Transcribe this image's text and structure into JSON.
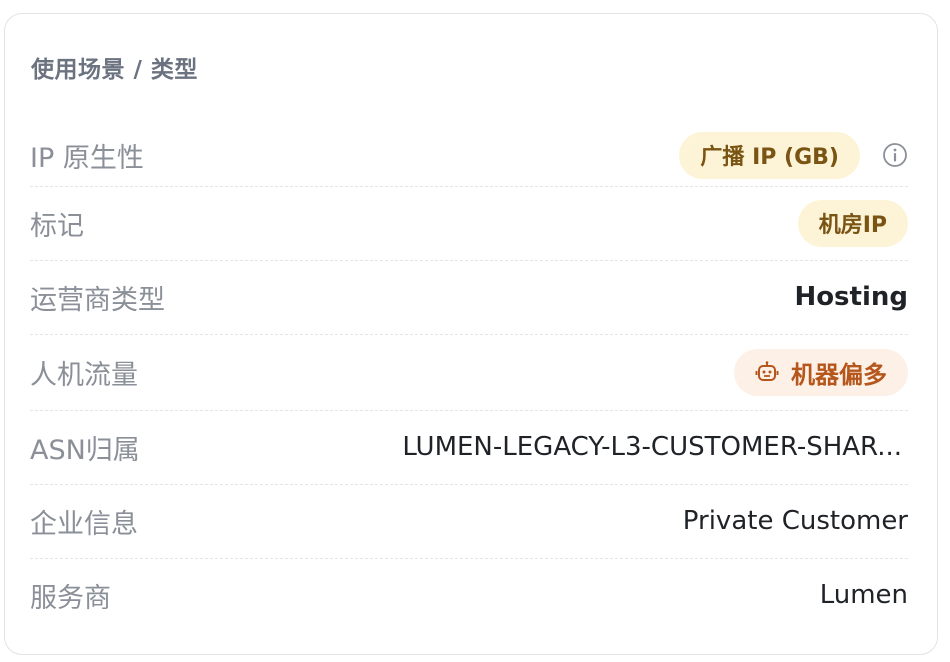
{
  "section": {
    "title": "使用场景 / 类型"
  },
  "rows": {
    "ip_nature": {
      "label": "IP 原生性",
      "badge": "广播 IP (GB)"
    },
    "tag": {
      "label": "标记",
      "badge": "机房IP"
    },
    "carrier_type": {
      "label": "运营商类型",
      "value": "Hosting"
    },
    "bot_traffic": {
      "label": "人机流量",
      "badge": "机器偏多"
    },
    "asn": {
      "label": "ASN归属",
      "value": "LUMEN-LEGACY-L3-CUSTOMER-SHAR..."
    },
    "company": {
      "label": "企业信息",
      "value": "Private Customer"
    },
    "provider": {
      "label": "服务商",
      "value": "Lumen"
    }
  },
  "icons": {
    "info": "info-circle-icon",
    "bot": "robot-icon"
  },
  "colors": {
    "yellow_badge_bg": "#fdf4d8",
    "yellow_badge_text": "#7a5412",
    "orange_badge_bg": "#fdf0e6",
    "orange_badge_text": "#b5571c"
  }
}
